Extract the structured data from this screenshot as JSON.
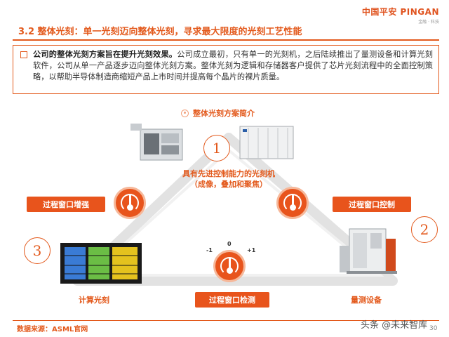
{
  "header": {
    "logo": "中国平安 PINGAN",
    "logo_sub": "金融 · 科技",
    "title": "3.2 整体光刻：单一光刻迈向整体光刻，寻求最大限度的光刻工艺性能"
  },
  "intro": {
    "lead": "公司的整体光刻方案旨在提升光刻效果。",
    "body": "公司成立最初，只有单一的光刻机，之后陆续推出了量测设备和计算光刻软件，公司从单一产品逐步迈向整体光刻方案。整体光刻为逻辑和存储器客户提供了芯片光刻流程中的全面控制策略，以帮助半导体制造商缩短产品上市时间并提高每个晶片的裸片质量。"
  },
  "diagram": {
    "subtitle": "整体光刻方案简介",
    "node1": {
      "num": "1",
      "caption_line1": "具有先进控制能力的光刻机",
      "caption_line2": "（成像，叠加和聚焦）"
    },
    "node2": {
      "num": "2",
      "caption": "量测设备"
    },
    "node3": {
      "num": "3",
      "caption": "计算光刻"
    },
    "labels": {
      "left": "过程窗口增强",
      "right": "过程窗口控制",
      "bottom": "过程窗口检测"
    },
    "scale": {
      "minus": "-1",
      "zero": "0",
      "plus": "+1"
    },
    "colors": {
      "accent": "#e8541c",
      "triangle": "#e2e2e2"
    }
  },
  "footer": {
    "source": "数据来源：ASML官网",
    "watermark": "头条 @未来智库",
    "page": "30"
  }
}
